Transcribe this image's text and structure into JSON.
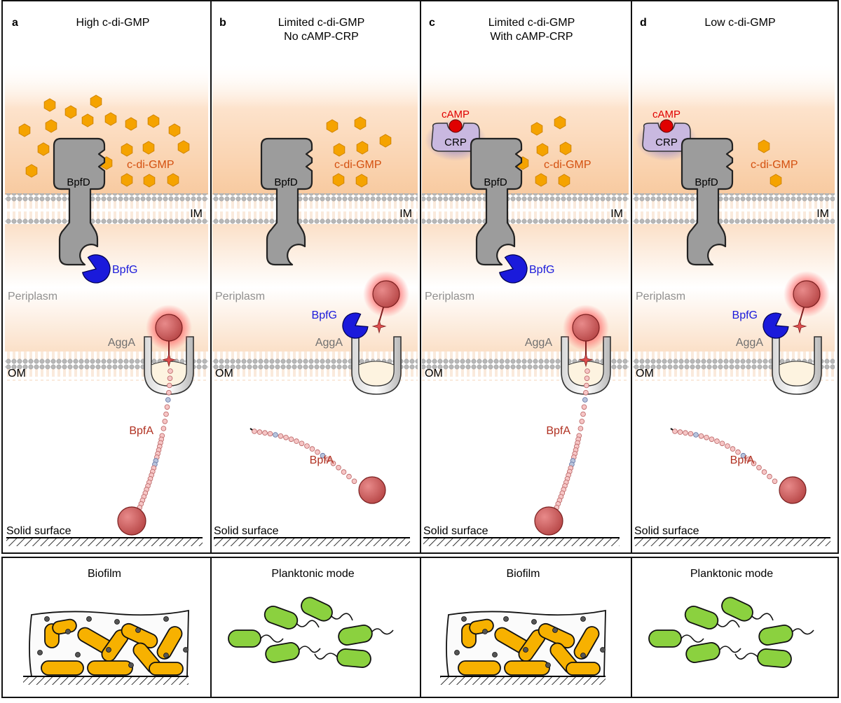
{
  "panels": [
    {
      "letter": "a",
      "title_lines": [
        "High c-di-GMP"
      ],
      "cdigmp_label": "c-di-GMP",
      "bpfd_label": "BpfD",
      "bpfg_label": "BpfG",
      "im_label": "IM",
      "periplasm_label": "Periplasm",
      "agga_label": "AggA",
      "om_label": "OM",
      "bpfa_label": "BpfA",
      "surface_label": "Solid surface",
      "mode_label": "Biofilm"
    },
    {
      "letter": "b",
      "title_lines": [
        "Limited c-di-GMP",
        "No cAMP-CRP"
      ],
      "cdigmp_label": "c-di-GMP",
      "bpfd_label": "BpfD",
      "bpfg_label": "BpfG",
      "im_label": "IM",
      "periplasm_label": "Periplasm",
      "agga_label": "AggA",
      "om_label": "OM",
      "bpfa_label": "BpfA",
      "surface_label": "Solid surface",
      "mode_label": "Planktonic mode"
    },
    {
      "letter": "c",
      "title_lines": [
        "Limited c-di-GMP",
        "With cAMP-CRP"
      ],
      "camp_label": "cAMP",
      "crp_label": "CRP",
      "cdigmp_label": "c-di-GMP",
      "bpfd_label": "BpfD",
      "bpfg_label": "BpfG",
      "im_label": "IM",
      "periplasm_label": "Periplasm",
      "agga_label": "AggA",
      "om_label": "OM",
      "bpfa_label": "BpfA",
      "surface_label": "Solid surface",
      "mode_label": "Biofilm"
    },
    {
      "letter": "d",
      "title_lines": [
        "Low c-di-GMP"
      ],
      "camp_label": "cAMP",
      "crp_label": "CRP",
      "cdigmp_label": "c-di-GMP",
      "bpfd_label": "BpfD",
      "bpfg_label": "BpfG",
      "im_label": "IM",
      "periplasm_label": "Periplasm",
      "agga_label": "AggA",
      "om_label": "OM",
      "bpfa_label": "BpfA",
      "surface_label": "Solid surface",
      "mode_label": "Planktonic mode"
    }
  ],
  "colors": {
    "cdigmp": "#f5a300",
    "cdigmp_text": "#d4500f",
    "bpfd": "#9c9c9c",
    "bpfg": "#1a1adb",
    "bpfa_bead": "#c85050",
    "camp": "#e00000",
    "crp": "#c9b8e0",
    "biofilm_cell": "#f7b100",
    "planktonic_cell": "#8bd13f",
    "membrane_head": "#b8b8b8",
    "cytoplasm_tint": "#fbd9b8"
  }
}
